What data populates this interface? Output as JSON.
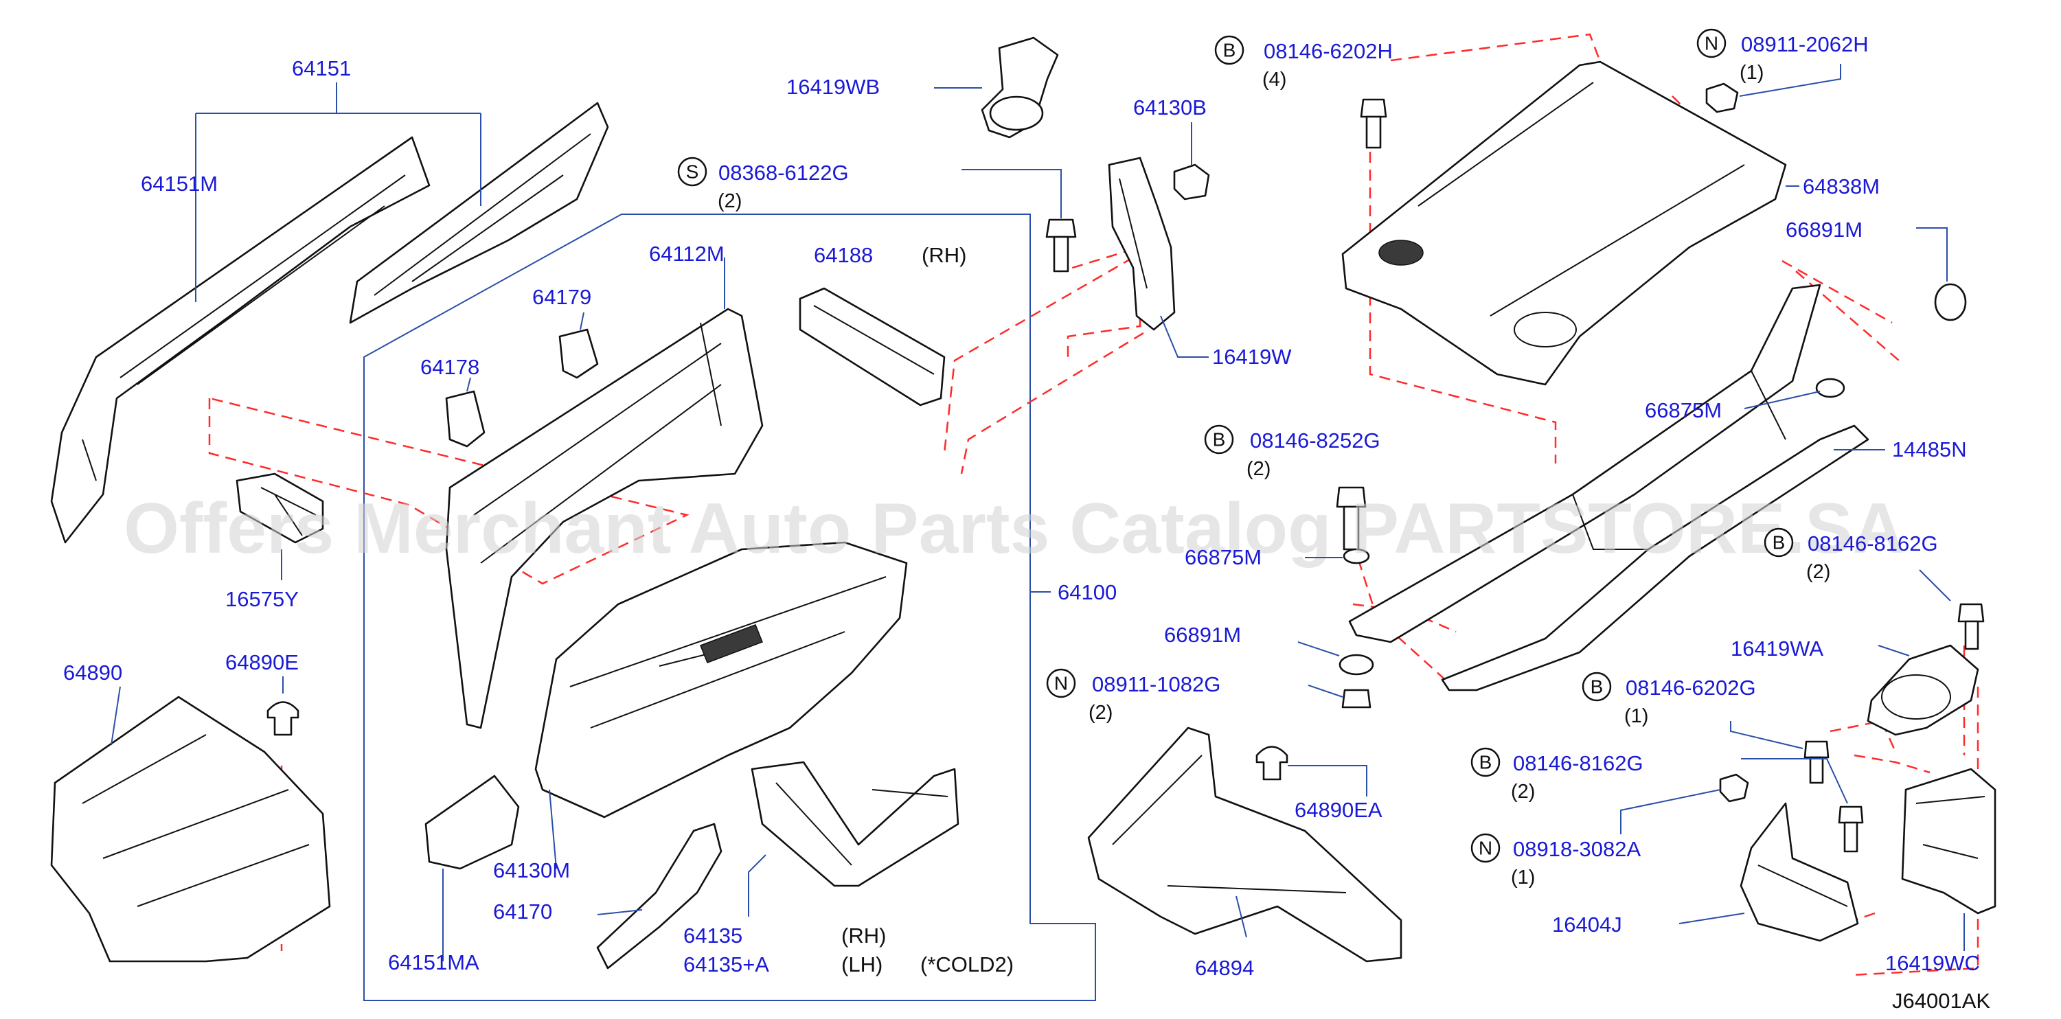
{
  "colors": {
    "label": "#1a1ad6",
    "leader": "#2a4fa8",
    "dashed": "#ff2a2a",
    "outline": "#111111"
  },
  "watermark": "Offers Merchant Auto Parts Catalog PARTSTORE.SA",
  "drawing_code": "J64001AK",
  "parts": {
    "p64151": "64151",
    "p64151M": "64151M",
    "p16575Y": "16575Y",
    "p64890": "64890",
    "p64890E": "64890E",
    "p16419WB": "16419WB",
    "s08368": {
      "badge": "S",
      "part": "08368-6122G",
      "qty": "(2)"
    },
    "p64112M": "64112M",
    "p64188": "64188",
    "p64188_side": "(RH)",
    "p64179": "64179",
    "p64178": "64178",
    "p64130B": "64130B",
    "p16419W": "16419W",
    "p64100": "64100",
    "p64130M": "64130M",
    "p64170": "64170",
    "p64151MA": "64151MA",
    "p64135": "64135",
    "p64135_side": "(RH)",
    "p64135A": "64135+A",
    "p64135A_side": "(LH)",
    "cold_note": "(*COLD2)",
    "b08146_6202H": {
      "badge": "B",
      "part": "08146-6202H",
      "qty": "(4)"
    },
    "n08911_2062H": {
      "badge": "N",
      "part": "08911-2062H",
      "qty": "(1)"
    },
    "p64838M": "64838M",
    "p66891M_top": "66891M",
    "p66875M_top": "66875M",
    "p14485N": "14485N",
    "b08146_8252G": {
      "badge": "B",
      "part": "08146-8252G",
      "qty": "(2)"
    },
    "p66875M_mid": "66875M",
    "p66891M_mid": "66891M",
    "n08911_1082G": {
      "badge": "N",
      "part": "08911-1082G",
      "qty": "(2)"
    },
    "p64890EA": "64890EA",
    "p64894": "64894",
    "b08146_8162G_top": {
      "badge": "B",
      "part": "08146-8162G",
      "qty": "(2)"
    },
    "p16419WA": "16419WA",
    "b08146_6202G": {
      "badge": "B",
      "part": "08146-6202G",
      "qty": "(1)"
    },
    "b08146_8162G": {
      "badge": "B",
      "part": "08146-8162G",
      "qty": "(2)"
    },
    "n08918_3082A": {
      "badge": "N",
      "part": "08918-3082A",
      "qty": "(1)"
    },
    "p16404J": "16404J",
    "p16419WC": "16419WC"
  }
}
